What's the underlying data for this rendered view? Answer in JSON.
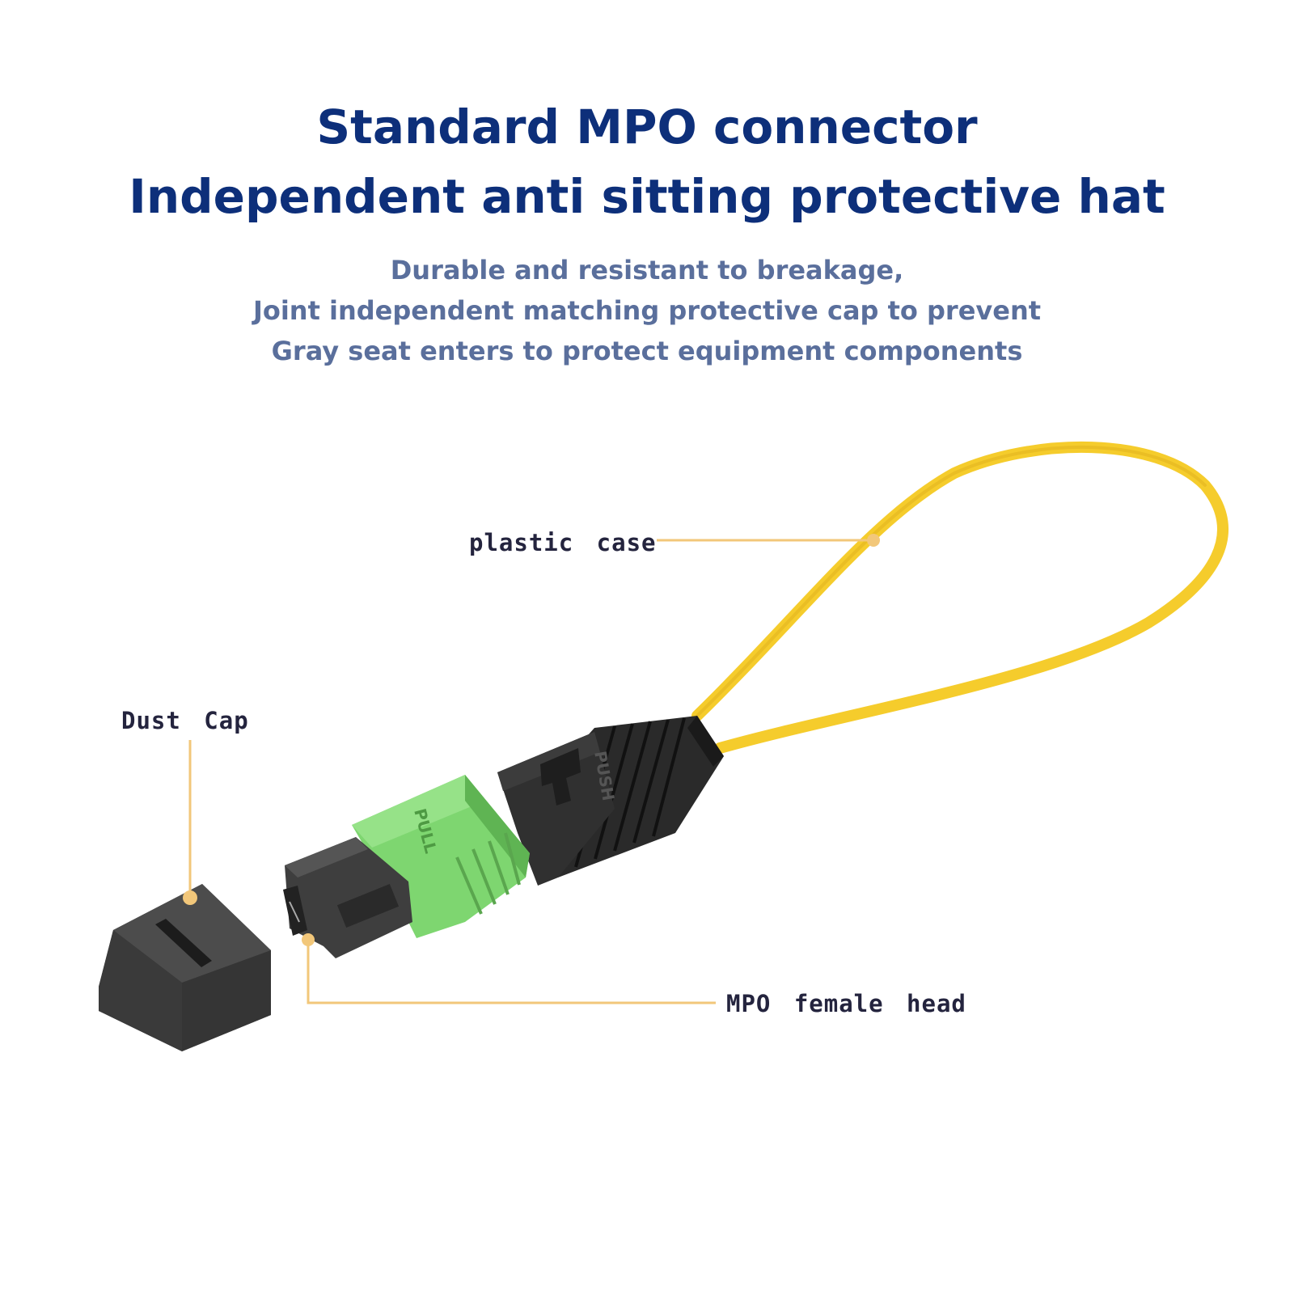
{
  "heading": {
    "line1": "Standard MPO connector",
    "line2": "Independent anti sitting protective hat"
  },
  "description": {
    "line1": "Durable and resistant to breakage,",
    "line2": "Joint independent matching protective cap to prevent",
    "line3": "Gray seat enters to protect equipment components"
  },
  "callouts": {
    "plastic_case": "plastic case",
    "dust_cap": "Dust Cap",
    "mpo_female_head": "MPO female head"
  },
  "connector_text": {
    "pull": "PULL",
    "push": "PUSH"
  },
  "colors": {
    "heading": "#0d2f7a",
    "subtitle": "#5a6f9c",
    "callout_line": "#f2c77a",
    "cable": "#f5cc2c",
    "boot_green": "#7ed670",
    "housing": "#2c2c2c"
  }
}
